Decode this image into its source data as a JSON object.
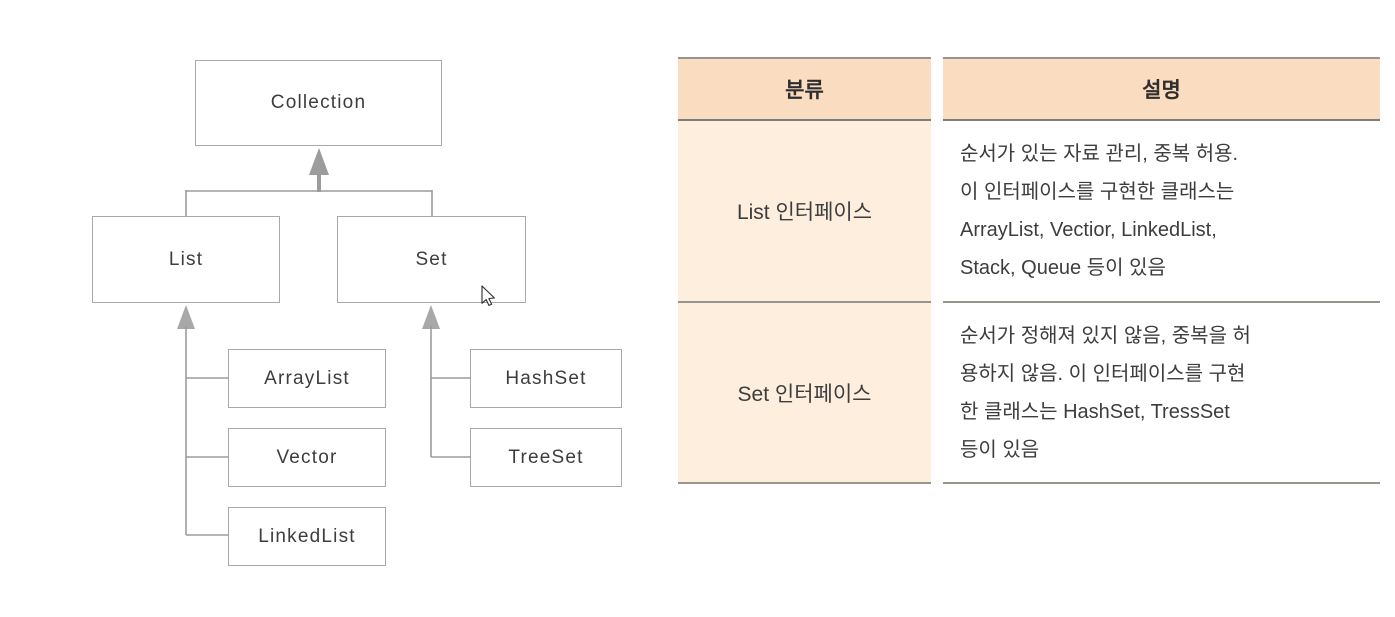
{
  "diagram": {
    "nodes": {
      "collection": {
        "label": "Collection"
      },
      "list": {
        "label": "List"
      },
      "set": {
        "label": "Set"
      },
      "arraylist": {
        "label": "ArrayList"
      },
      "vector": {
        "label": "Vector"
      },
      "linkedlist": {
        "label": "LinkedList"
      },
      "hashset": {
        "label": "HashSet"
      },
      "treeset": {
        "label": "TreeSet"
      }
    }
  },
  "table": {
    "headers": {
      "category": "분류",
      "description": "설명"
    },
    "rows": [
      {
        "category": "List 인터페이스",
        "description": [
          "순서가 있는 자료 관리, 중복 허용.",
          "이 인터페이스를 구현한 클래스는",
          "ArrayList, Vectior, LinkedList,",
          "Stack, Queue 등이 있음"
        ]
      },
      {
        "category": "Set 인터페이스",
        "description": [
          "순서가 정해져 있지 않음, 중복을 허",
          "용하지 않음. 이 인터페이스를 구현",
          "한 클래스는 HashSet, TressSet",
          "등이 있음"
        ]
      }
    ]
  },
  "cursor": {
    "type": "arrow-pointer"
  },
  "colors": {
    "header_bg": "#fadcc0",
    "cell_bg": "#fdeede",
    "border": "#9a948e",
    "border_dark": "#7f7d7a",
    "box_border": "#a9a9a9",
    "connector": "#9c9c9c",
    "text_primary": "#3d3d3d"
  }
}
